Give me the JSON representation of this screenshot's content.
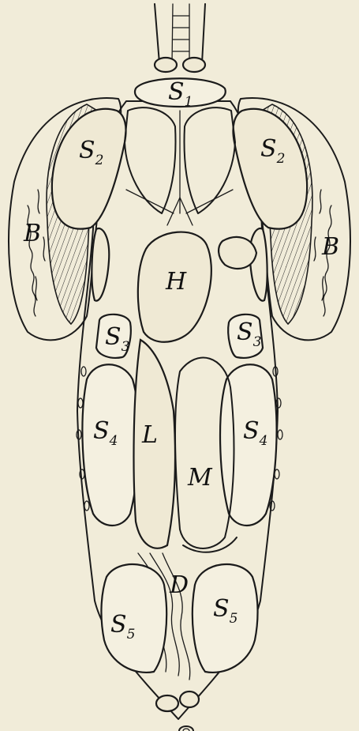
{
  "labels": {
    "s1": {
      "letter": "S",
      "sub": "1"
    },
    "s2_left": {
      "letter": "S",
      "sub": "2"
    },
    "s2_right": {
      "letter": "S",
      "sub": "2"
    },
    "s3_left": {
      "letter": "S",
      "sub": "3"
    },
    "s3_right": {
      "letter": "S",
      "sub": "3"
    },
    "s4_left": {
      "letter": "S",
      "sub": "4"
    },
    "s4_right": {
      "letter": "S",
      "sub": "4"
    },
    "s5_left": {
      "letter": "S",
      "sub": "5"
    },
    "s5_right": {
      "letter": "S",
      "sub": "5"
    },
    "b_left": "B",
    "b_right": "B",
    "h": "H",
    "l": "L",
    "m": "M",
    "d": "D"
  },
  "colors": {
    "paper": "#f1ecd9",
    "ink": "#1b1b1b"
  }
}
